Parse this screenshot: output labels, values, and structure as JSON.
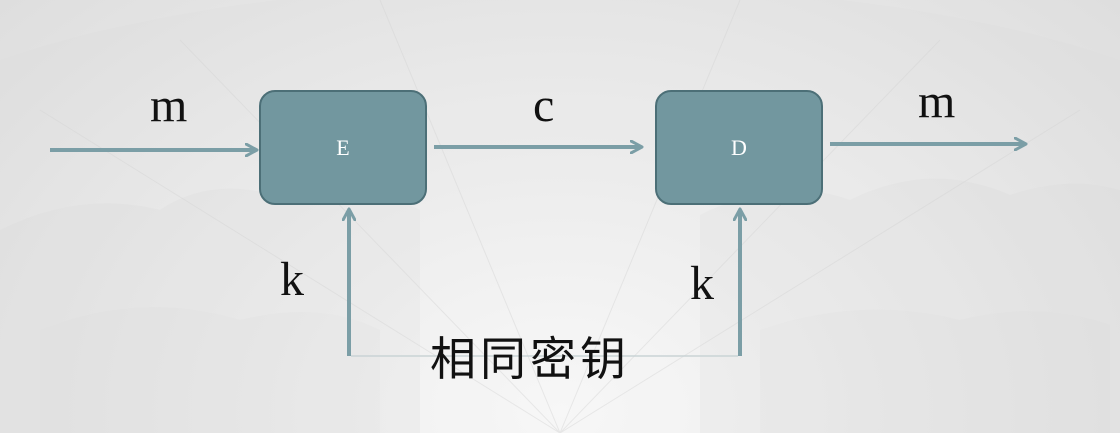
{
  "inputs": {
    "plaintext_in": "m",
    "key_left": "k",
    "key_right": "k"
  },
  "blocks": {
    "encrypt": "E",
    "decrypt": "D"
  },
  "channel": {
    "ciphertext": "c"
  },
  "outputs": {
    "plaintext_out": "m"
  },
  "caption": "相同密钥",
  "colors": {
    "box_fill": "#72979f",
    "box_border": "#4c6f77",
    "arrow": "#7b9ea6",
    "text": "#111111",
    "box_text": "#ffffff"
  }
}
